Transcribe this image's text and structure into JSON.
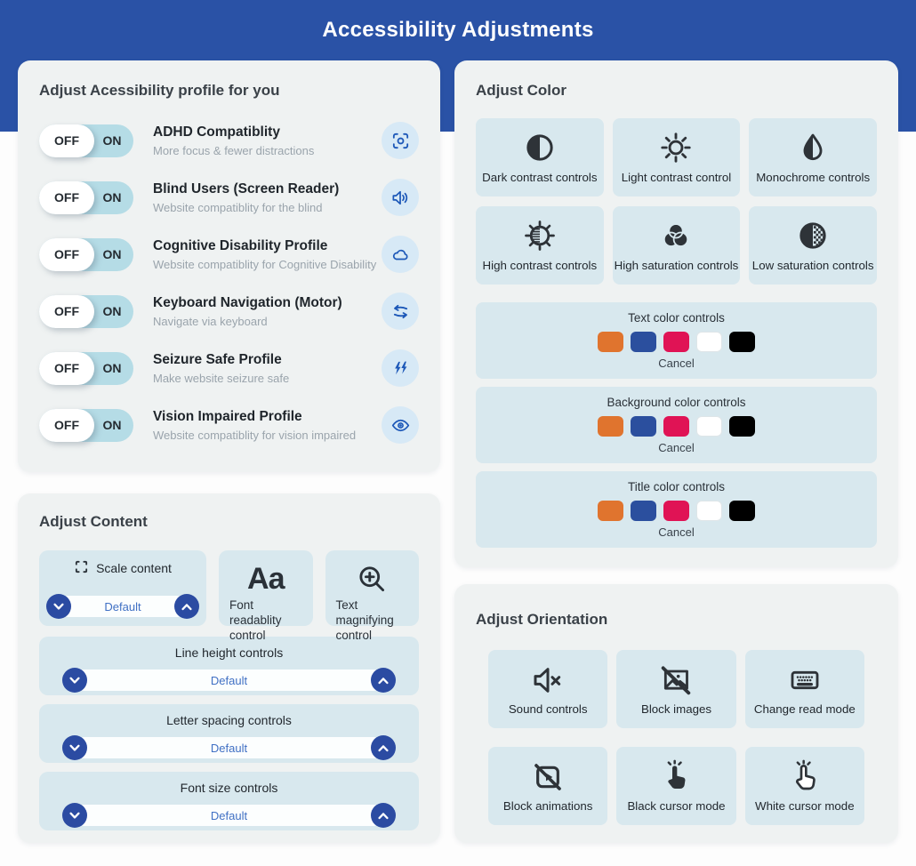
{
  "header": {
    "title": "Accessibility Adjustments"
  },
  "colors": {
    "header_band": "#2A52A6",
    "panel_bg": "#EFF2F2",
    "tile_bg": "#D8E8EE",
    "toggle_on_bg": "#B5DCE6",
    "icon_circle_bg": "#D7E9F6",
    "profile_icon_blue": "#1D58B8",
    "stepper_button_navy": "#2B4BA2",
    "stepper_value_blue": "#4070C4"
  },
  "profiles_panel": {
    "title": "Adjust Acessibility profile for you",
    "toggle": {
      "off": "OFF",
      "on": "ON"
    },
    "items": [
      {
        "label": "ADHD Compatiblity",
        "description": "More focus & fewer distractions",
        "icon": "focus-frame-icon"
      },
      {
        "label": "Blind Users (Screen Reader)",
        "description": "Website compatiblity for the blind",
        "icon": "speaker-icon"
      },
      {
        "label": "Cognitive Disability Profile",
        "description": "Website compatiblity for Cognitive Disability",
        "icon": "brain-cloud-icon"
      },
      {
        "label": "Keyboard Navigation (Motor)",
        "description": "Navigate via keyboard",
        "icon": "swap-arrows-icon"
      },
      {
        "label": "Seizure Safe Profile",
        "description": "Make website seizure safe",
        "icon": "lightning-icon"
      },
      {
        "label": "Vision Impaired Profile",
        "description": "Website compatiblity for vision impaired",
        "icon": "eye-icon"
      }
    ]
  },
  "content_panel": {
    "title": "Adjust Content",
    "scale_tile": {
      "label": "Scale content",
      "value": "Default",
      "icon": "scan-corners-icon"
    },
    "font_readability_tile": {
      "icon_text": "Aa",
      "label": "Font readablity control"
    },
    "text_magnifier_tile": {
      "label": "Text magnifying control",
      "icon": "magnifier-plus-icon"
    },
    "steppers": [
      {
        "label": "Line height controls",
        "value": "Default"
      },
      {
        "label": "Letter spacing controls",
        "value": "Default"
      },
      {
        "label": "Font size controls",
        "value": "Default"
      }
    ]
  },
  "color_panel": {
    "title": "Adjust Color",
    "tiles": [
      {
        "label": "Dark contrast controls",
        "icon": "half-circle-contrast-icon"
      },
      {
        "label": "Light contrast control",
        "icon": "sun-icon"
      },
      {
        "label": "Monochrome controls",
        "icon": "half-droplet-icon"
      },
      {
        "label": "High contrast controls",
        "icon": "hatched-contrast-icon"
      },
      {
        "label": "High saturation controls",
        "icon": "rgb-circles-icon"
      },
      {
        "label": "Low saturation controls",
        "icon": "dotted-circle-icon"
      }
    ],
    "swatches": [
      "#E0742E",
      "#2B4F9E",
      "#E01355",
      "#FFFFFF",
      "#000000"
    ],
    "color_rows": [
      {
        "label": "Text color controls",
        "cancel": "Cancel"
      },
      {
        "label": "Background color controls",
        "cancel": "Cancel"
      },
      {
        "label": "Title color controls",
        "cancel": "Cancel"
      }
    ]
  },
  "orientation_panel": {
    "title": "Adjust Orientation",
    "tiles": [
      {
        "label": "Sound controls",
        "icon": "speaker-muted-icon"
      },
      {
        "label": "Block images",
        "icon": "image-blocked-icon"
      },
      {
        "label": "Change read mode",
        "icon": "keyboard-icon"
      },
      {
        "label": "Block animations",
        "icon": "animation-blocked-icon"
      },
      {
        "label": "Black cursor mode",
        "icon": "hand-tap-filled-icon"
      },
      {
        "label": "White cursor mode",
        "icon": "hand-tap-outline-icon"
      }
    ]
  }
}
